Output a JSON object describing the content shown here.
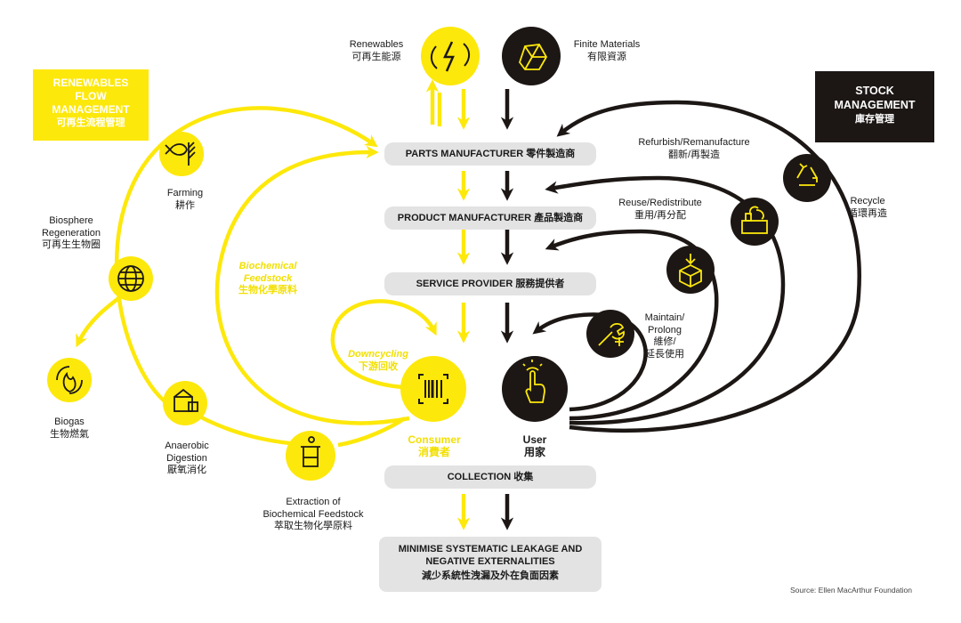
{
  "colors": {
    "yellow": "#fde80b",
    "black": "#1c1715",
    "grey": "#e3e3e3"
  },
  "stages": {
    "parts_manufacturer": "PARTS MANUFACTURER 零件製造商",
    "product_manufacturer": "PRODUCT MANUFACTURER 產品製造商",
    "service_provider": "SERVICE PROVIDER 服務提供者",
    "collection": "COLLECTION 收集",
    "minimise_line1": "MINIMISE SYSTEMATIC LEAKAGE AND",
    "minimise_line2": "NEGATIVE EXTERNALITIES",
    "minimise_zh": "減少系統性洩漏及外在負面因素"
  },
  "renewables_box": {
    "line1": "RENEWABLES",
    "line2": "FLOW",
    "line3": "MANAGEMENT",
    "zh": "可再生流程管理"
  },
  "stock_box": {
    "line1": "STOCK",
    "line2": "MANAGEMENT",
    "zh": "庫存管理"
  },
  "top": {
    "renewables_en": "Renewables",
    "renewables_zh": "可再生能源",
    "finite_en": "Finite Materials",
    "finite_zh": "有限資源"
  },
  "left": {
    "farming_en": "Farming",
    "farming_zh": "耕作",
    "biosphere_en1": "Biosphere",
    "biosphere_en2": "Regeneration",
    "biosphere_zh": "可再生生物圈",
    "biogas_en": "Biogas",
    "biogas_zh": "生物燃氣",
    "anaerobic_en1": "Anaerobic",
    "anaerobic_en2": "Digestion",
    "anaerobic_zh": "厭氧消化",
    "extraction_en1": "Extraction of",
    "extraction_en2": "Biochemical Feedstock",
    "extraction_zh": "萃取生物化學原料",
    "feedstock_en1": "Biochemical",
    "feedstock_en2": "Feedstock",
    "feedstock_zh": "生物化學原料",
    "downcycling_en": "Downcycling",
    "downcycling_zh": "下游回收",
    "consumer_en": "Consumer",
    "consumer_zh": "消費者"
  },
  "right": {
    "user_en": "User",
    "user_zh": "用家",
    "refurbish_en": "Refurbish/Remanufacture",
    "refurbish_zh": "翻新/再製造",
    "reuse_en": "Reuse/Redistribute",
    "reuse_zh": "重用/再分配",
    "maintain_en1": "Maintain/",
    "maintain_en2": "Prolong",
    "maintain_zh1": "維修/",
    "maintain_zh2": "延長使用",
    "recycle_en": "Recycle",
    "recycle_zh": "循環再造"
  },
  "source": "Source: Ellen MacArthur Foundation"
}
